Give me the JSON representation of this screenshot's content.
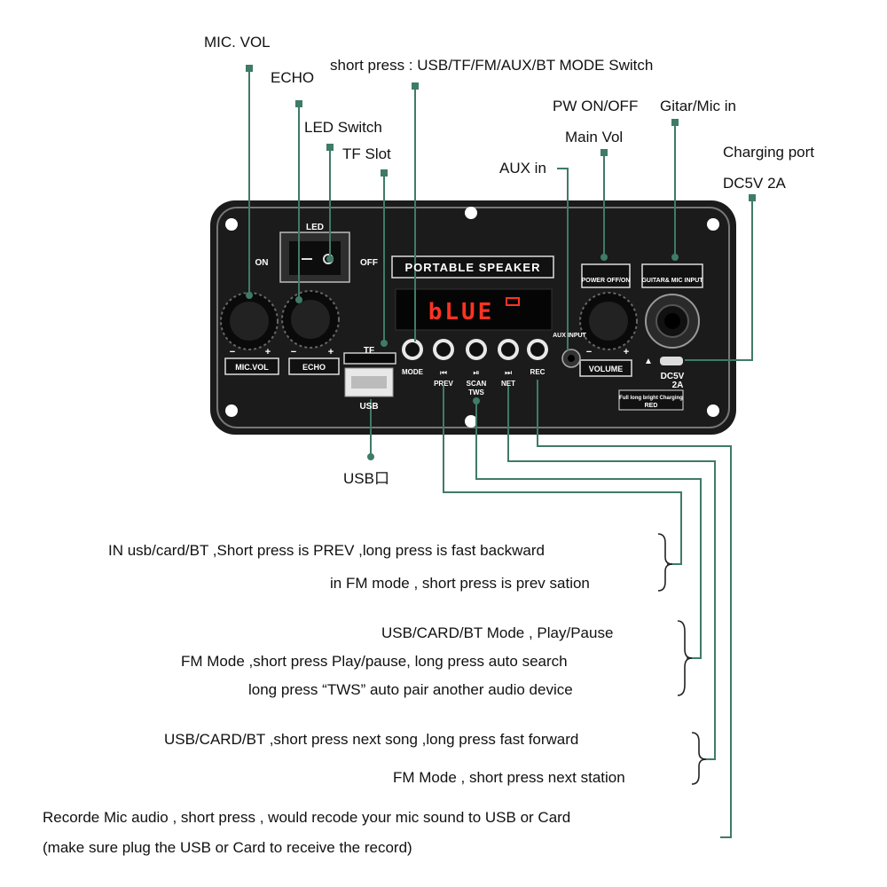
{
  "callouts": {
    "mic_vol": "MIC. VOL",
    "echo": "ECHO",
    "led_switch": "LED Switch",
    "tf_slot": "TF Slot",
    "mode_switch": "short press : USB/TF/FM/AUX/BT MODE Switch",
    "pw_on_off": "PW ON/OFF",
    "main_vol": "Main Vol",
    "gitar_mic_in": "Gitar/Mic in",
    "aux_in": "AUX in",
    "charging_port": "Charging port",
    "dc5v_2a": "DC5V 2A",
    "usb_port": "USB口"
  },
  "panel": {
    "led": "LED",
    "on": "ON",
    "off": "OFF",
    "title": "PORTABLE SPEAKER",
    "display": "bLUE",
    "mic_vol": "MIC.VOL",
    "echo": "ECHO",
    "tf": "TF",
    "usb": "USB",
    "mode": "MODE",
    "prev": "PREV",
    "scan": "SCAN",
    "tws": "TWS",
    "net": "NET",
    "rec": "REC",
    "aux_input": "AUX INPUT",
    "power": "POWER OFF/ON",
    "guitar": "GUITAR& MIC INPUT",
    "volume": "VOLUME",
    "dc5v": "DC5V",
    "dc2a": "2A",
    "full_note": "Full long bright Charging",
    "red": "RED",
    "minus": "−",
    "plus": "+"
  },
  "descriptions": {
    "prev_1": "IN usb/card/BT ,Short press is PREV ,long press is fast backward",
    "prev_2": "in FM mode , short press is prev sation",
    "scan_1": "USB/CARD/BT Mode , Play/Pause",
    "scan_2": "FM Mode ,short press Play/pause, long press auto search",
    "scan_3": "long press “TWS” auto pair another  audio device",
    "net_1": "USB/CARD/BT ,short press next song ,long press fast forward",
    "net_2": "FM Mode , short press next station",
    "rec_1": "Recorde Mic audio , short press , would recode your mic sound to USB or Card",
    "rec_2": "(make sure  plug the USB or Card to receive the record)"
  },
  "colors": {
    "leader": "#3f7b66",
    "panel": "#1a1a1a",
    "display": "#ff3322"
  }
}
